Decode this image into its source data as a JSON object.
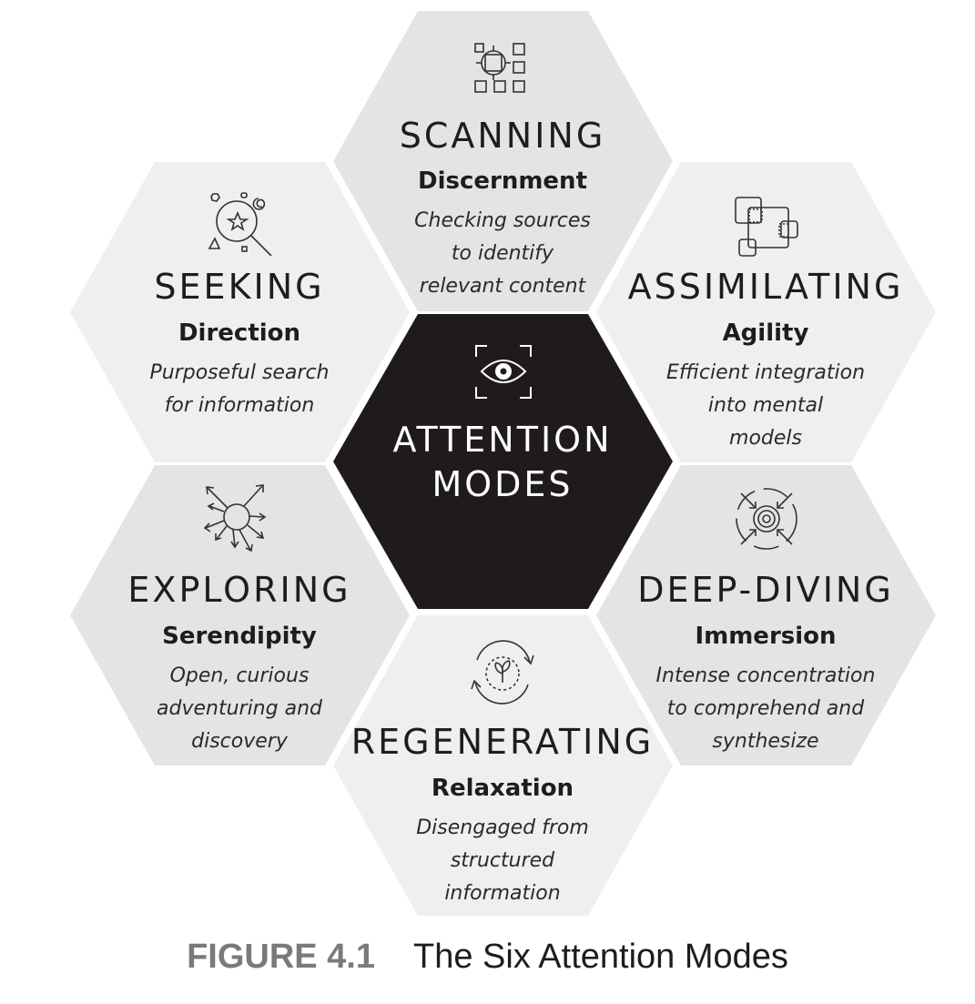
{
  "center": {
    "lines": [
      "ATTENTION",
      "MODES"
    ],
    "icon": "eye-icon"
  },
  "modes": [
    {
      "id": "scanning",
      "title": "SCANNING",
      "subtitle": "Discernment",
      "desc": [
        "Checking sources",
        "to identify",
        "relevant content"
      ],
      "icon": "focus-grid-icon"
    },
    {
      "id": "assimilating",
      "title": "ASSIMILATING",
      "subtitle": "Agility",
      "desc": [
        "Efficient integration",
        "into mental",
        "models"
      ],
      "icon": "overlapping-squares-icon"
    },
    {
      "id": "deep-diving",
      "title": "DEEP-DIVING",
      "subtitle": "Immersion",
      "desc": [
        "Intense concentration",
        "to comprehend and",
        "synthesize"
      ],
      "icon": "target-arrows-icon"
    },
    {
      "id": "regenerating",
      "title": "REGENERATING",
      "subtitle": "Relaxation",
      "desc": [
        "Disengaged from",
        "structured",
        "information"
      ],
      "icon": "sprout-cycle-icon"
    },
    {
      "id": "exploring",
      "title": "EXPLORING",
      "subtitle": "Serendipity",
      "desc": [
        "Open, curious",
        "adventuring and",
        "discovery"
      ],
      "icon": "radiating-arrows-icon"
    },
    {
      "id": "seeking",
      "title": "SEEKING",
      "subtitle": "Direction",
      "desc": [
        "Purposeful search",
        "for information"
      ],
      "icon": "magnifier-star-icon"
    }
  ],
  "caption": {
    "figure": "FIGURE 4.1",
    "text": "The Six Attention Modes"
  },
  "colors": {
    "center_fill": "#1f1b1c",
    "hex_dark": "#e4e4e4",
    "hex_light": "#efefef",
    "text": "#1d1d1d",
    "caption_figure": "#7a7a7a"
  }
}
